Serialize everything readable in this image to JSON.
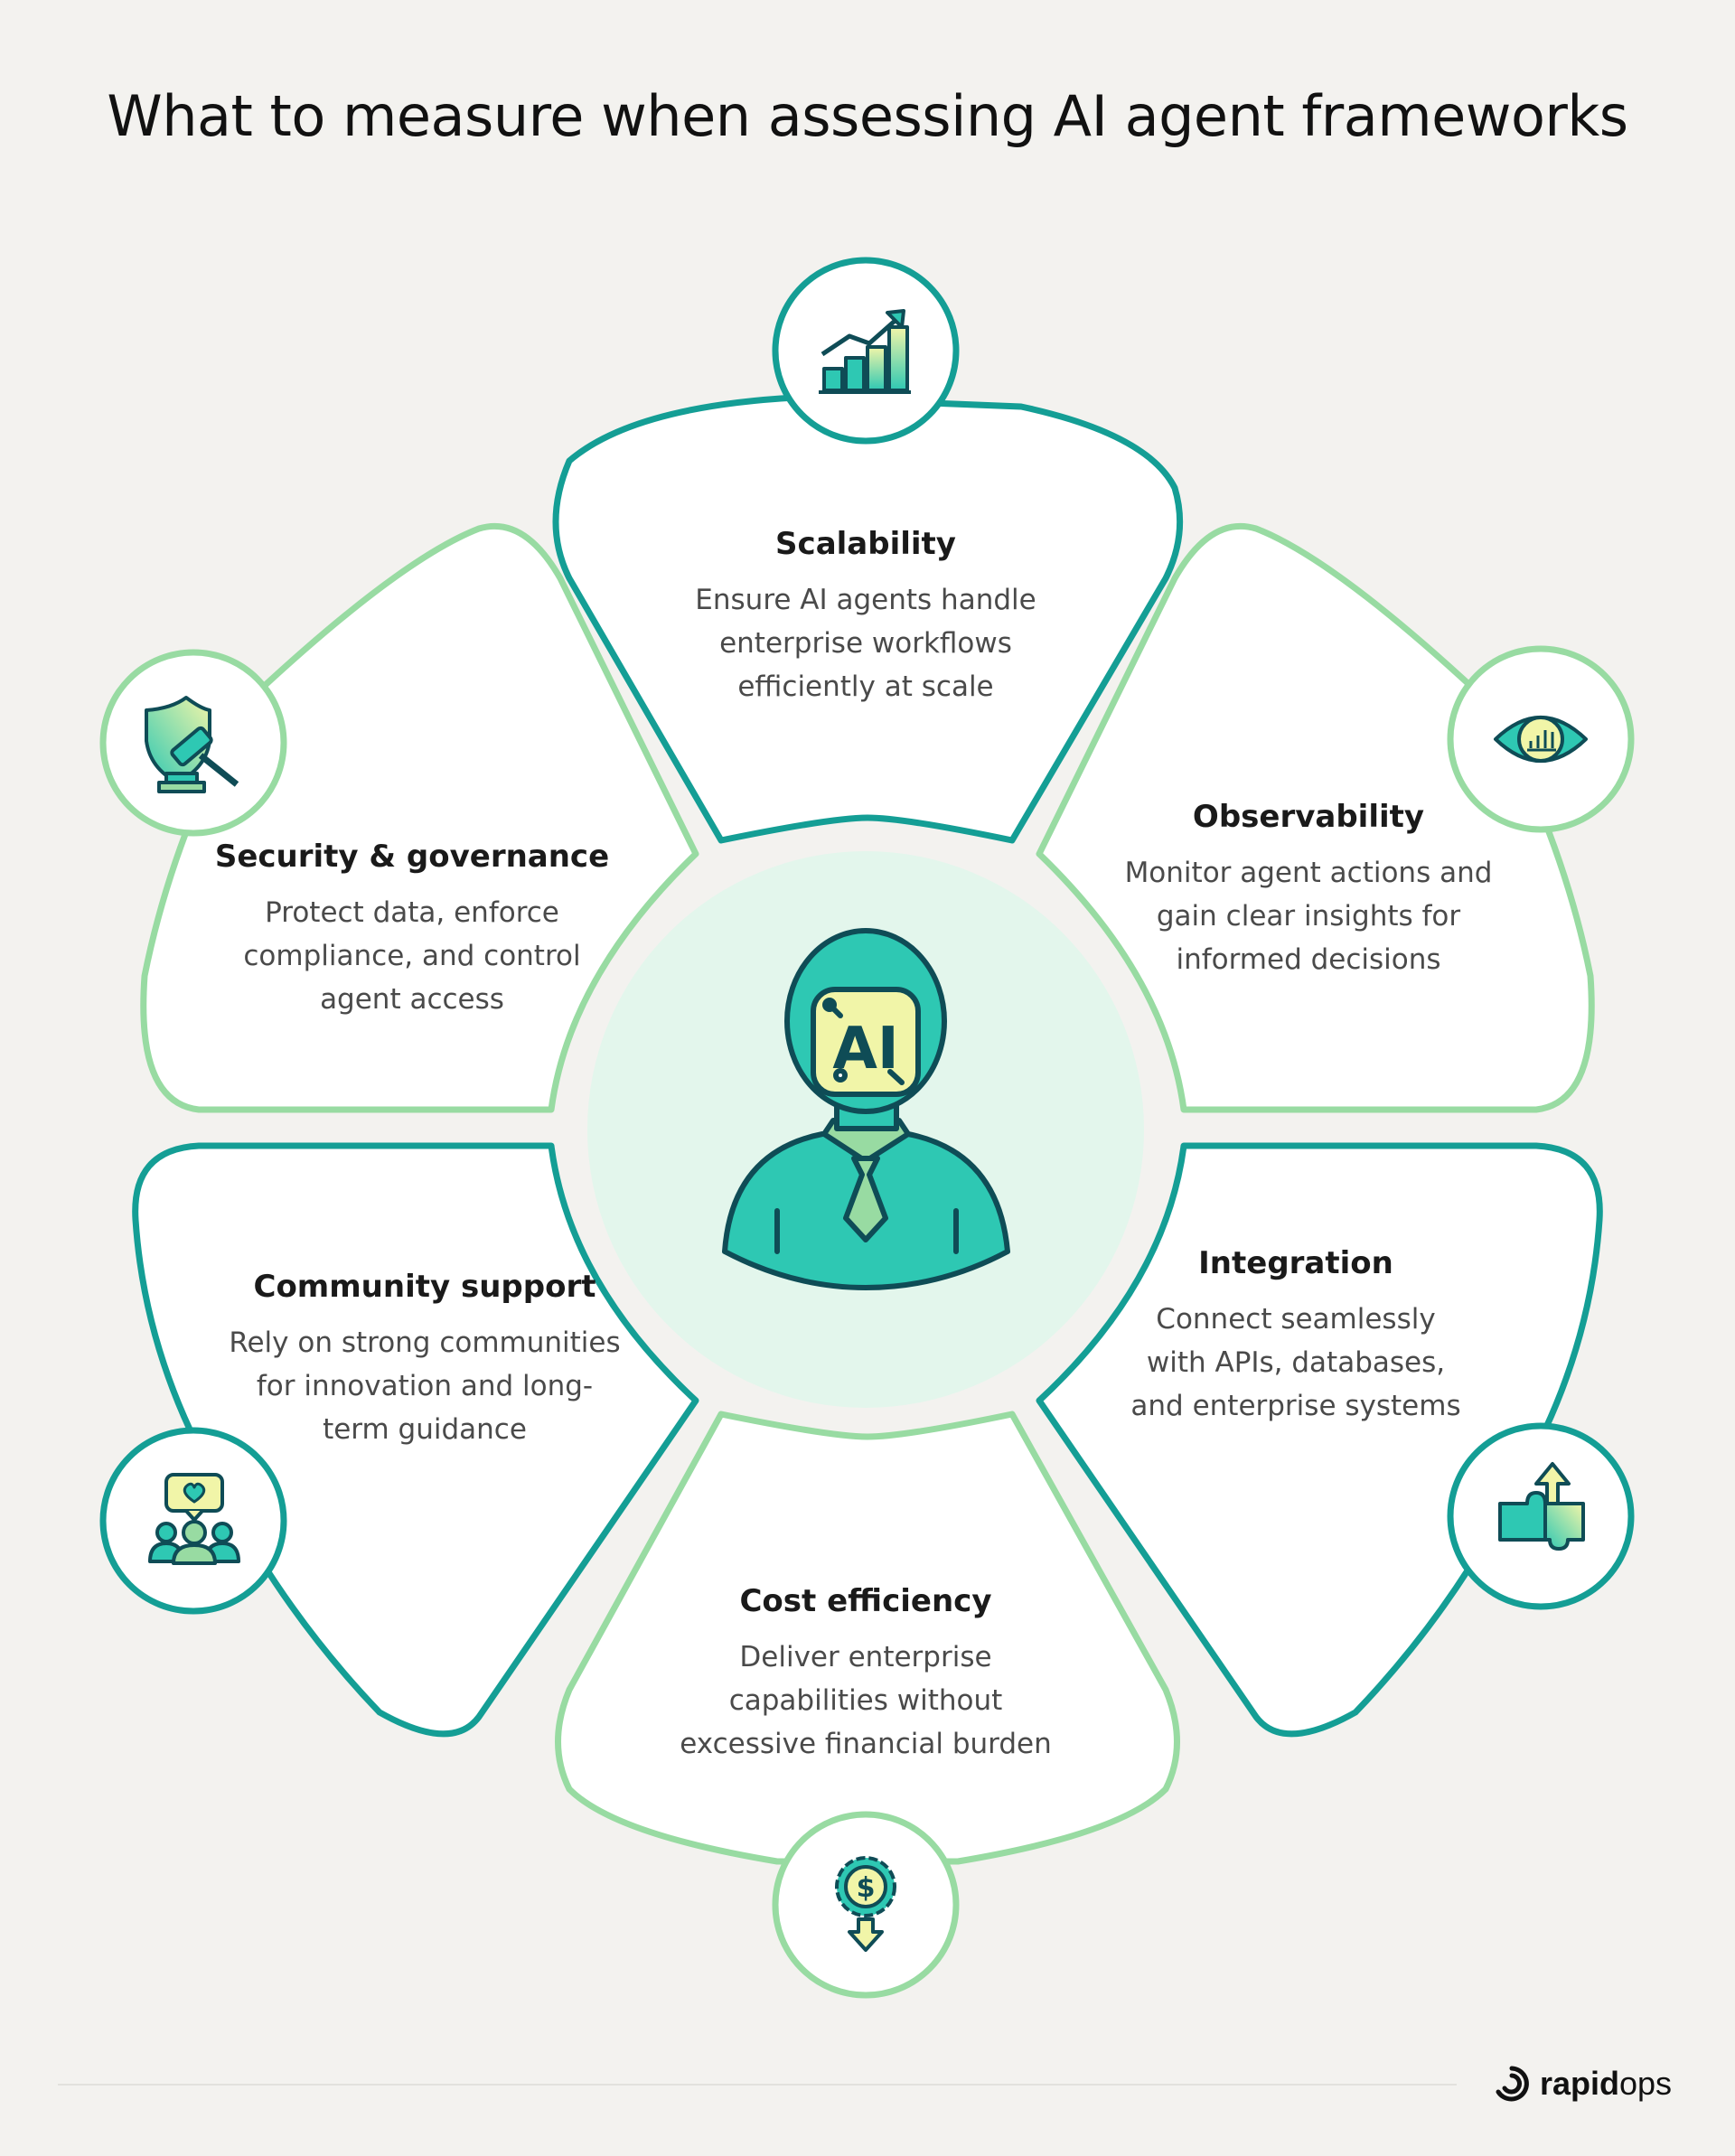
{
  "title": "What to measure when assessing AI agent frameworks",
  "colors": {
    "background": "#f3f2ef",
    "teal": "#149e95",
    "light_green": "#98dba2",
    "center_bg": "#e3f6ec",
    "icon_teal": "#2ec8b3",
    "icon_yellow": "#f1f5a8",
    "outline": "#0f4c56"
  },
  "center": {
    "icon": "ai-robot-person-icon",
    "badge_text": "AI"
  },
  "segments": [
    {
      "id": "scalability",
      "title": "Scalability",
      "description": "Ensure AI agents handle enterprise workflows efficiently at scale",
      "icon": "growth-chart-icon",
      "color": "teal"
    },
    {
      "id": "observability",
      "title": "Observability",
      "description": "Monitor agent actions and gain clear insights for informed decisions",
      "icon": "eye-chart-icon",
      "color": "light_green"
    },
    {
      "id": "integration",
      "title": "Integration",
      "description": "Connect seamlessly with APIs, databases, and enterprise systems",
      "icon": "puzzle-arrow-icon",
      "color": "teal"
    },
    {
      "id": "cost-efficiency",
      "title": "Cost efficiency",
      "description": "Deliver enterprise capabilities without excessive financial burden",
      "icon": "dollar-gear-down-icon",
      "color": "light_green"
    },
    {
      "id": "community-support",
      "title": "Community support",
      "description": "Rely on strong communities for innovation and long-term guidance",
      "icon": "community-heart-icon",
      "color": "teal"
    },
    {
      "id": "security-governance",
      "title": "Security & governance",
      "description": "Protect data, enforce compliance, and control agent access",
      "icon": "shield-gavel-icon",
      "color": "light_green"
    }
  ],
  "logo": {
    "bold": "rapid",
    "regular": "ops",
    "icon": "rapidops-logo-icon"
  }
}
